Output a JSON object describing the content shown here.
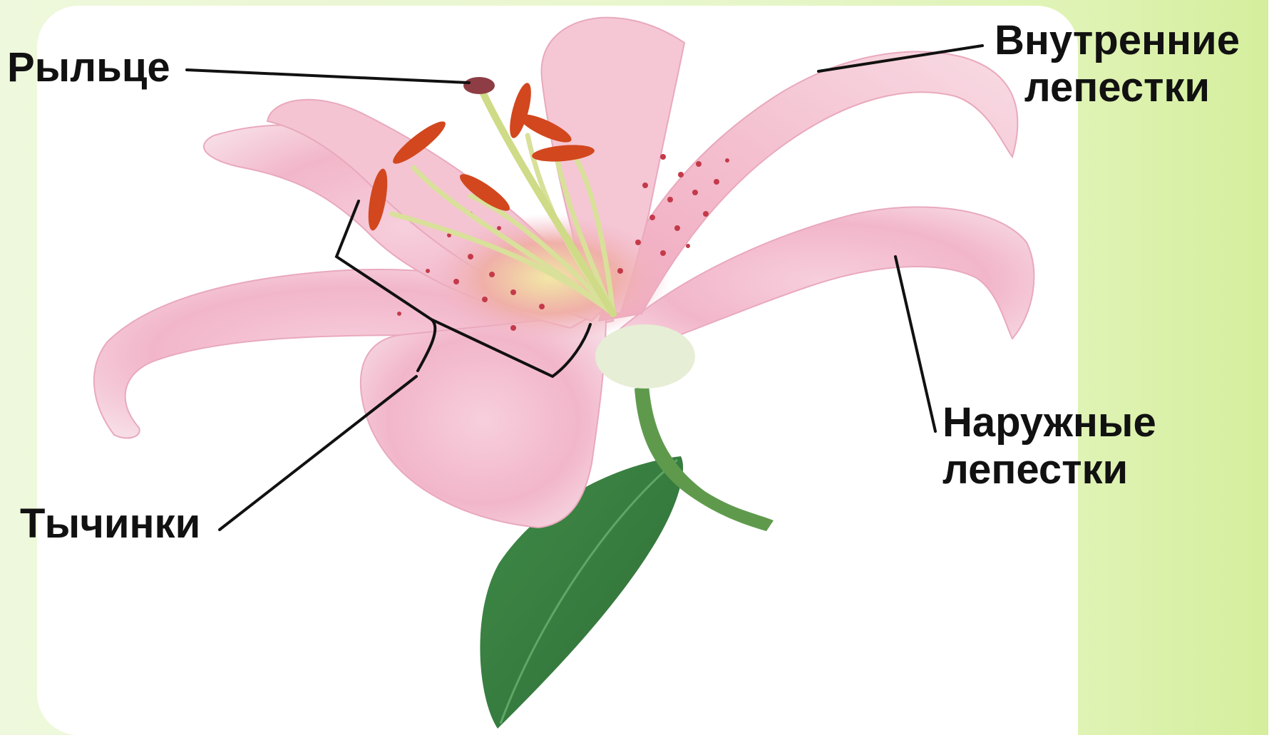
{
  "labels": {
    "stigma": "Рыльце",
    "inner_petals_line1": "Внутренние",
    "inner_petals_line2": "лепестки",
    "outer_petals_line1": "Наружные",
    "outer_petals_line2": "лепестки",
    "stamens": "Тычинки"
  },
  "colors": {
    "background_green": "#e4f5c4",
    "panel": "#ffffff",
    "petal_pink": "#f2b8cc",
    "petal_deep": "#e07596",
    "petal_spots": "#c0303f",
    "anther_orange": "#d2471e",
    "filament": "#d7e09a",
    "leaf_green": "#3f8a47",
    "pointer_line": "#111111"
  }
}
